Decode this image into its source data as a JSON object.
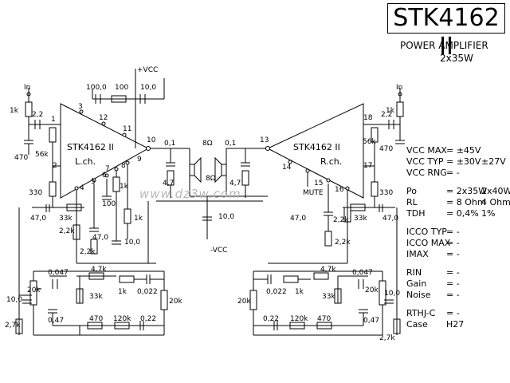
{
  "title": "STK4162 II",
  "subtitle": "POWER AMPLIFIER",
  "power_rating": "2x35W",
  "watermark": "www.dz3w.com",
  "ic_left": "STK4162 II",
  "ic_left_ch": "L.ch.",
  "ic_right": "STK4162 II",
  "ic_right_ch": "R.ch.",
  "pins": [
    "1",
    "2",
    "3",
    "4",
    "5",
    "6",
    "7",
    "8",
    "9",
    "10",
    "11",
    "12",
    "13",
    "14",
    "15",
    "16",
    "17",
    "18"
  ],
  "supply": {
    "pos": "+VCC",
    "neg": "-VCC"
  },
  "mute_label": "MUTE",
  "inputs": [
    "In",
    "In"
  ],
  "components": {
    "r_1k": "1k",
    "c_2_2": "2,2",
    "r_56k": "56k",
    "c_470": "470",
    "r_330": "330",
    "c_47_0": "47,0",
    "r_33k": "33k",
    "r_2_2k": "2,2k",
    "c_100": "100",
    "c_100_0": "100,0",
    "c_10_0": "10,0",
    "c_0_1": "0,1",
    "r_4_7": "4,7",
    "spk": "8Ω",
    "r_20k": "20k",
    "c_0_047": "0,047",
    "r_4_7k": "4,7k",
    "c_0_022": "0,022",
    "r_2_7k": "2,7k",
    "c_0_47": "0,47",
    "r_470": "470",
    "r_120k": "120k",
    "c_0_22": "0,22"
  },
  "specs": [
    {
      "k": "VCC MAX",
      "v": "= ±45V",
      "w": ""
    },
    {
      "k": "VCC TYP",
      "v": "= ±30V",
      "w": "±27V"
    },
    {
      "k": "VCC RNG",
      "v": "= -",
      "w": ""
    },
    {
      "k": "",
      "v": "",
      "w": ""
    },
    {
      "k": "Po",
      "v": "= 2x35W",
      "w": "2x40W"
    },
    {
      "k": "RL",
      "v": "= 8 Ohm",
      "w": "4 Ohm"
    },
    {
      "k": "TDH",
      "v": "= 0,4%",
      "w": "1%"
    },
    {
      "k": "",
      "v": "",
      "w": ""
    },
    {
      "k": "ICCO TYP",
      "v": "= -",
      "w": ""
    },
    {
      "k": "ICCO MAX",
      "v": "= -",
      "w": ""
    },
    {
      "k": "IMAX",
      "v": "= -",
      "w": ""
    },
    {
      "k": "",
      "v": "",
      "w": ""
    },
    {
      "k": "RIN",
      "v": "= -",
      "w": ""
    },
    {
      "k": "Gain",
      "v": "= -",
      "w": ""
    },
    {
      "k": "Noise",
      "v": "= -",
      "w": ""
    },
    {
      "k": "",
      "v": "",
      "w": ""
    },
    {
      "k": "RTHJ-C",
      "v": "= -",
      "w": ""
    },
    {
      "k": "Case",
      "v": "H27",
      "w": ""
    }
  ]
}
